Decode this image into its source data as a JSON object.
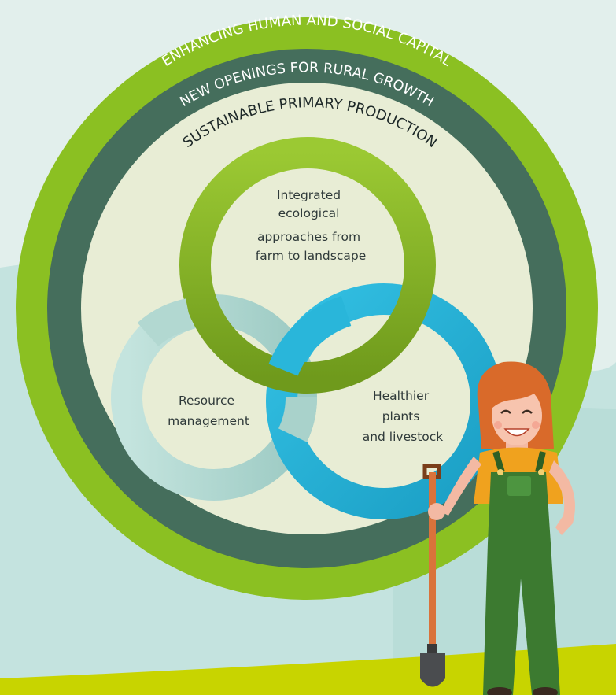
{
  "outer_ring": {
    "label": "ENHANCING HUMAN AND SOCIAL CAPITAL"
  },
  "middle_ring": {
    "label": "NEW OPENINGS FOR RURAL GROWTH"
  },
  "inner_circle": {
    "label": "SUSTAINABLE PRIMARY PRODUCTION"
  },
  "rings": [
    {
      "lines": [
        "Integrated",
        "ecological",
        "approaches from",
        "farm to landscape"
      ]
    },
    {
      "lines": [
        "Resource",
        "management"
      ]
    },
    {
      "lines": [
        "Healthier",
        "plants",
        "and livestock"
      ]
    }
  ],
  "colors": {
    "background": "#e2efec",
    "hill": "#c4e3df",
    "ground": "#c8d400",
    "outer_ring": "#8bc022",
    "middle_ring": "#456e5c",
    "inner_fill": "#e8edd5",
    "ring_green": "#8ab82a",
    "ring_pale": "#b5dcd6",
    "ring_blue": "#25b4d9"
  }
}
